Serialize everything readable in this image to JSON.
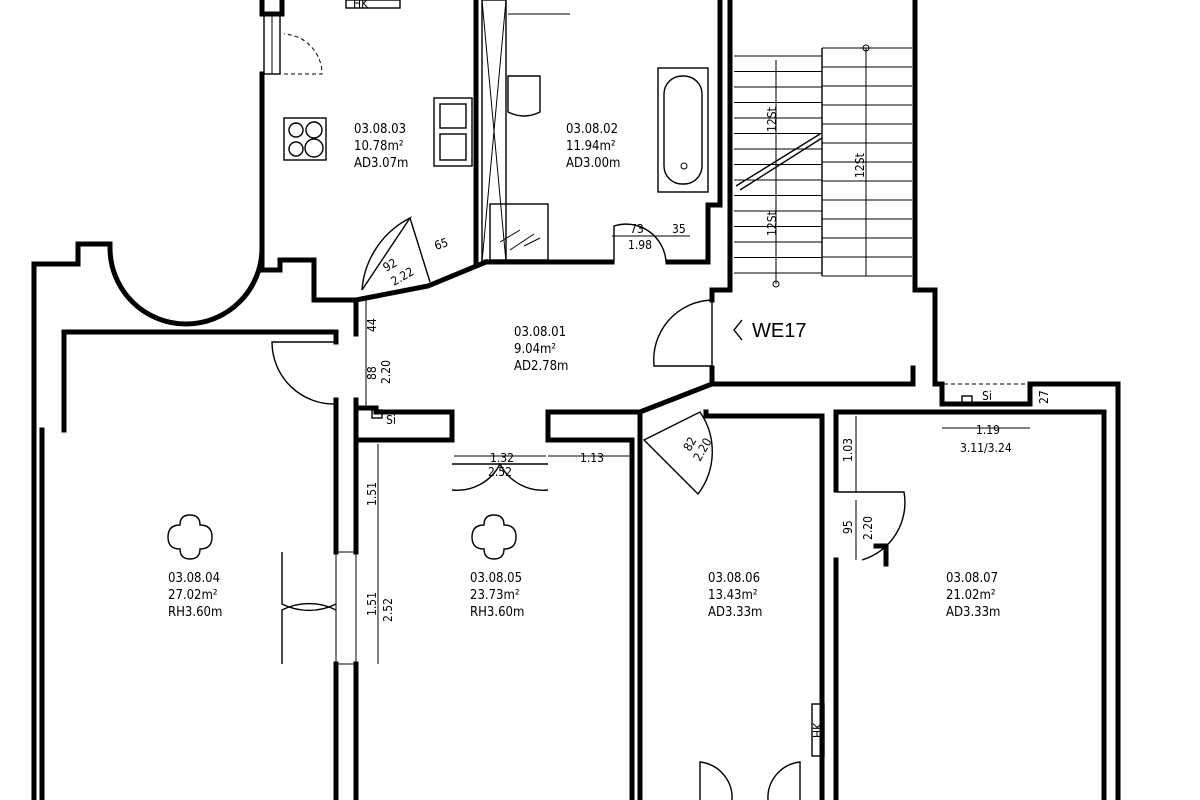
{
  "plan": {
    "unit_label": "WE17",
    "rooms": [
      {
        "id": "03.08.01",
        "area": "9.04m²",
        "height": "AD2.78m"
      },
      {
        "id": "03.08.02",
        "area": "11.94m²",
        "height": "AD3.00m"
      },
      {
        "id": "03.08.03",
        "area": "10.78m²",
        "height": "AD3.07m"
      },
      {
        "id": "03.08.04",
        "area": "27.02m²",
        "height": "RH3.60m"
      },
      {
        "id": "03.08.05",
        "area": "23.73m²",
        "height": "RH3.60m"
      },
      {
        "id": "03.08.06",
        "area": "13.43m²",
        "height": "AD3.33m"
      },
      {
        "id": "03.08.07",
        "area": "21.02m²",
        "height": "AD3.33m"
      }
    ],
    "dimensions": {
      "d_92": "92",
      "d_222": "2.22",
      "d_65": "65",
      "d_73": "73",
      "d_198": "1.98",
      "d_35": "35",
      "d_44": "44",
      "d_88": "88",
      "d_220a": "2.20",
      "d_132": "1.32",
      "d_252a": "2.52",
      "d_113": "1.13",
      "d_151a": "1.51",
      "d_151b": "1.51",
      "d_252b": "2.52",
      "d_82": "82",
      "d_220b": "2.20",
      "d_103": "1.03",
      "d_95": "95",
      "d_220c": "2.20",
      "d_119": "1.19",
      "d_311": "3.11/3.24",
      "stair_a": "12St",
      "stair_b": "12St",
      "stair_c": "12St"
    },
    "markers": {
      "hk": "HK",
      "si": "Si",
      "si2": "Si",
      "n27": "27"
    }
  }
}
